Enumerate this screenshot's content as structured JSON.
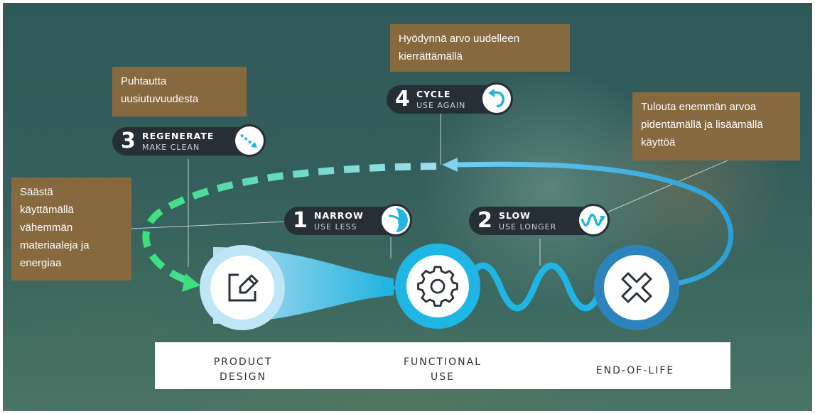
{
  "notes": {
    "regenerate": "Puhtautta\nuusiutuvuudesta",
    "cycle": "Hyödynnä arvo uudelleen\nkierrättämällä",
    "slow": "Tulouta enemmän arvoa\npidentämällä ja lisäämällä\nkäyttöä",
    "narrow": "Säästä\nkäyttämällä\nvähemmän\nmateriaaleja ja\nenergiaa"
  },
  "strategies": {
    "narrow": {
      "num": "1",
      "title": "NARROW",
      "sub": "USE LESS",
      "icon": "pie-arrow-icon"
    },
    "slow": {
      "num": "2",
      "title": "SLOW",
      "sub": "USE LONGER",
      "icon": "wave-arrow-icon"
    },
    "regenerate": {
      "num": "3",
      "title": "REGENERATE",
      "sub": "MAKE CLEAN",
      "icon": "dotted-arrow-icon"
    },
    "cycle": {
      "num": "4",
      "title": "CYCLE",
      "sub": "USE AGAIN",
      "icon": "loop-arrow-icon"
    }
  },
  "stages": {
    "design": {
      "label": "PRODUCT\nDESIGN",
      "icon": "edit-icon"
    },
    "use": {
      "label": "FUNCTIONAL\nUSE",
      "icon": "gear-icon"
    },
    "eol": {
      "label": "END-OF-LIFE",
      "icon": "x-icon"
    }
  },
  "colors": {
    "note_bg": "#86693f",
    "pill_bg": "#262f36",
    "flow_blue": "#1fb6e6",
    "regen_green": "#3be07a",
    "stage_bar": "#ffffff"
  }
}
